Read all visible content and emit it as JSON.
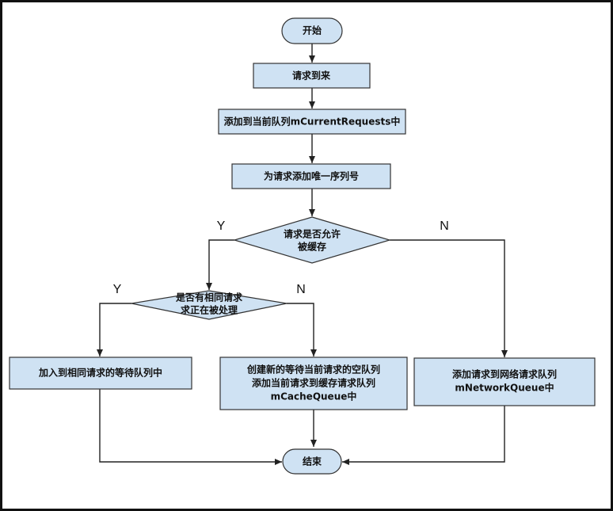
{
  "nodes": {
    "start": {
      "label": "开始"
    },
    "request_arrives": {
      "label": "请求到来"
    },
    "add_current": {
      "label": "添加到当前队列mCurrentRequests中"
    },
    "add_sequence": {
      "label": "为请求添加唯一序列号"
    },
    "cacheable_decision": {
      "label_line1": "请求是否允许",
      "label_line2": "被缓存"
    },
    "same_request_decision": {
      "label_line1": "是否有相同请求",
      "label_line2": "求正在被处理"
    },
    "join_waiting": {
      "label": "加入到相同请求的等待队列中"
    },
    "create_waiting": {
      "label_line1": "创建新的等待当前请求的空队列",
      "label_line2": "添加当前请求到缓存请求队列",
      "label_line3": "mCacheQueue中"
    },
    "add_network": {
      "label_line1": "添加请求到网络请求队列",
      "label_line2": "mNetworkQueue中"
    },
    "end": {
      "label": "结束"
    }
  },
  "edge_labels": {
    "cacheable_yes": "Y",
    "cacheable_no": "N",
    "same_yes": "Y",
    "same_no": "N"
  },
  "colors": {
    "box_fill": "#cfe2f3",
    "stroke": "#333333",
    "border": "#111111"
  }
}
